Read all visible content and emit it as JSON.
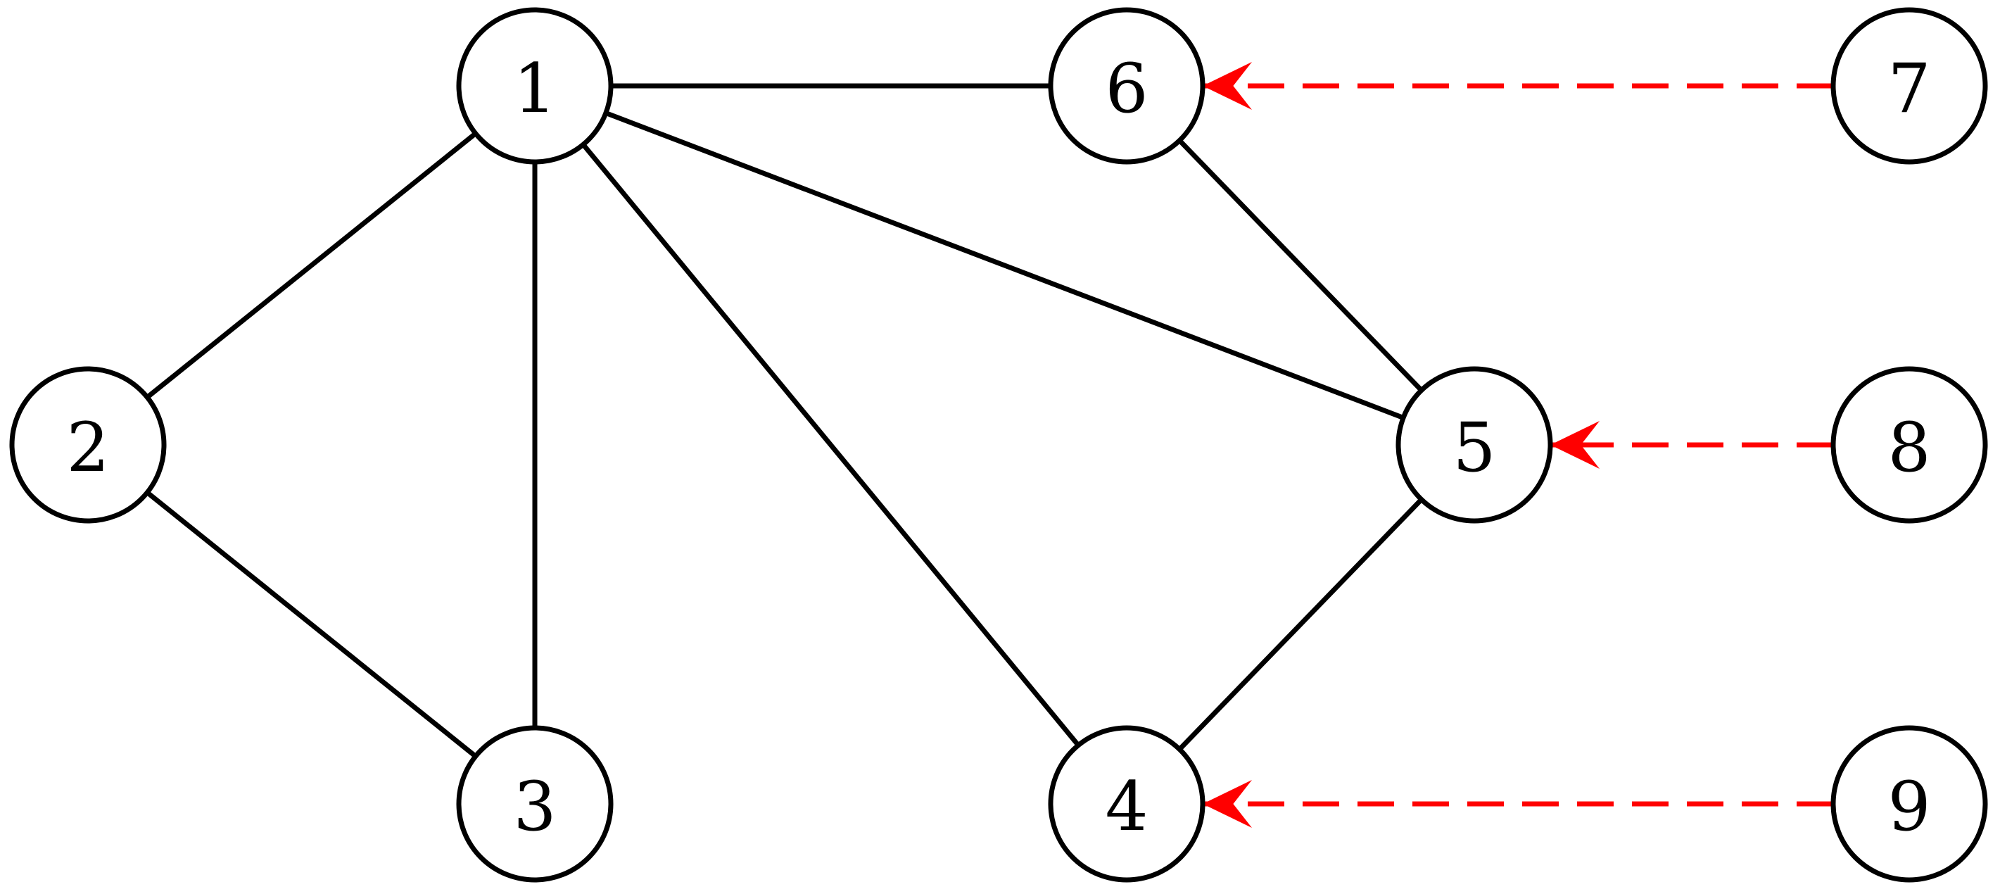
{
  "nodes": [
    {
      "id": "1",
      "label": "1"
    },
    {
      "id": "2",
      "label": "2"
    },
    {
      "id": "3",
      "label": "3"
    },
    {
      "id": "4",
      "label": "4"
    },
    {
      "id": "5",
      "label": "5"
    },
    {
      "id": "6",
      "label": "6"
    },
    {
      "id": "7",
      "label": "7"
    },
    {
      "id": "8",
      "label": "8"
    },
    {
      "id": "9",
      "label": "9"
    }
  ],
  "edges": [
    {
      "from": "1",
      "to": "6",
      "style": "solid",
      "directed": false
    },
    {
      "from": "1",
      "to": "2",
      "style": "solid",
      "directed": false
    },
    {
      "from": "1",
      "to": "3",
      "style": "solid",
      "directed": false
    },
    {
      "from": "1",
      "to": "4",
      "style": "solid",
      "directed": false
    },
    {
      "from": "1",
      "to": "5",
      "style": "solid",
      "directed": false
    },
    {
      "from": "2",
      "to": "3",
      "style": "solid",
      "directed": false
    },
    {
      "from": "6",
      "to": "5",
      "style": "solid",
      "directed": false
    },
    {
      "from": "5",
      "to": "4",
      "style": "solid",
      "directed": false
    },
    {
      "from": "7",
      "to": "6",
      "style": "dashed",
      "directed": true
    },
    {
      "from": "8",
      "to": "5",
      "style": "dashed",
      "directed": true
    },
    {
      "from": "9",
      "to": "4",
      "style": "dashed",
      "directed": true
    }
  ],
  "colors": {
    "solid_edge": "#000000",
    "dashed_edge": "#ff0000",
    "node_stroke": "#000000",
    "node_fill": "#ffffff"
  }
}
